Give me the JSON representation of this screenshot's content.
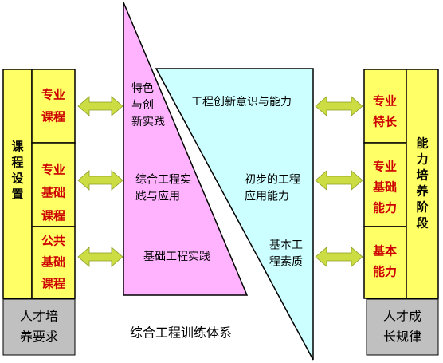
{
  "left": {
    "header": "课程设置",
    "items": [
      {
        "lines": [
          "专业",
          "课程"
        ]
      },
      {
        "lines": [
          "专业",
          "基础",
          "课程"
        ]
      },
      {
        "lines": [
          "公共",
          "基础",
          "课程"
        ]
      }
    ],
    "footer": [
      "人才培",
      "养要求"
    ]
  },
  "right": {
    "header": "能力培养阶段",
    "items": [
      {
        "lines": [
          "专业",
          "特长"
        ]
      },
      {
        "lines": [
          "专业",
          "基础",
          "能力"
        ]
      },
      {
        "lines": [
          "基本",
          "能力"
        ]
      }
    ],
    "footer": [
      "人才成",
      "长规律"
    ]
  },
  "pink": [
    {
      "lines": [
        "特色",
        "与创",
        "新实践"
      ]
    },
    {
      "lines": [
        "综合工程实",
        "践与应用"
      ]
    },
    {
      "lines": [
        "基础工程实践"
      ]
    }
  ],
  "cyan": [
    {
      "lines": [
        "工程创新意识与能力"
      ]
    },
    {
      "lines": [
        "初步的工程",
        "应用能力"
      ]
    },
    {
      "lines": [
        "基本工",
        "程素质"
      ]
    }
  ],
  "caption": "综合工程训练体系",
  "colors": {
    "yellow": "#ffff66",
    "pink": "#ffb3ff",
    "cyan": "#ccffff",
    "arrow": "#ccdd44",
    "gray": "#c0c0c0",
    "text_red": "#cc0000"
  }
}
